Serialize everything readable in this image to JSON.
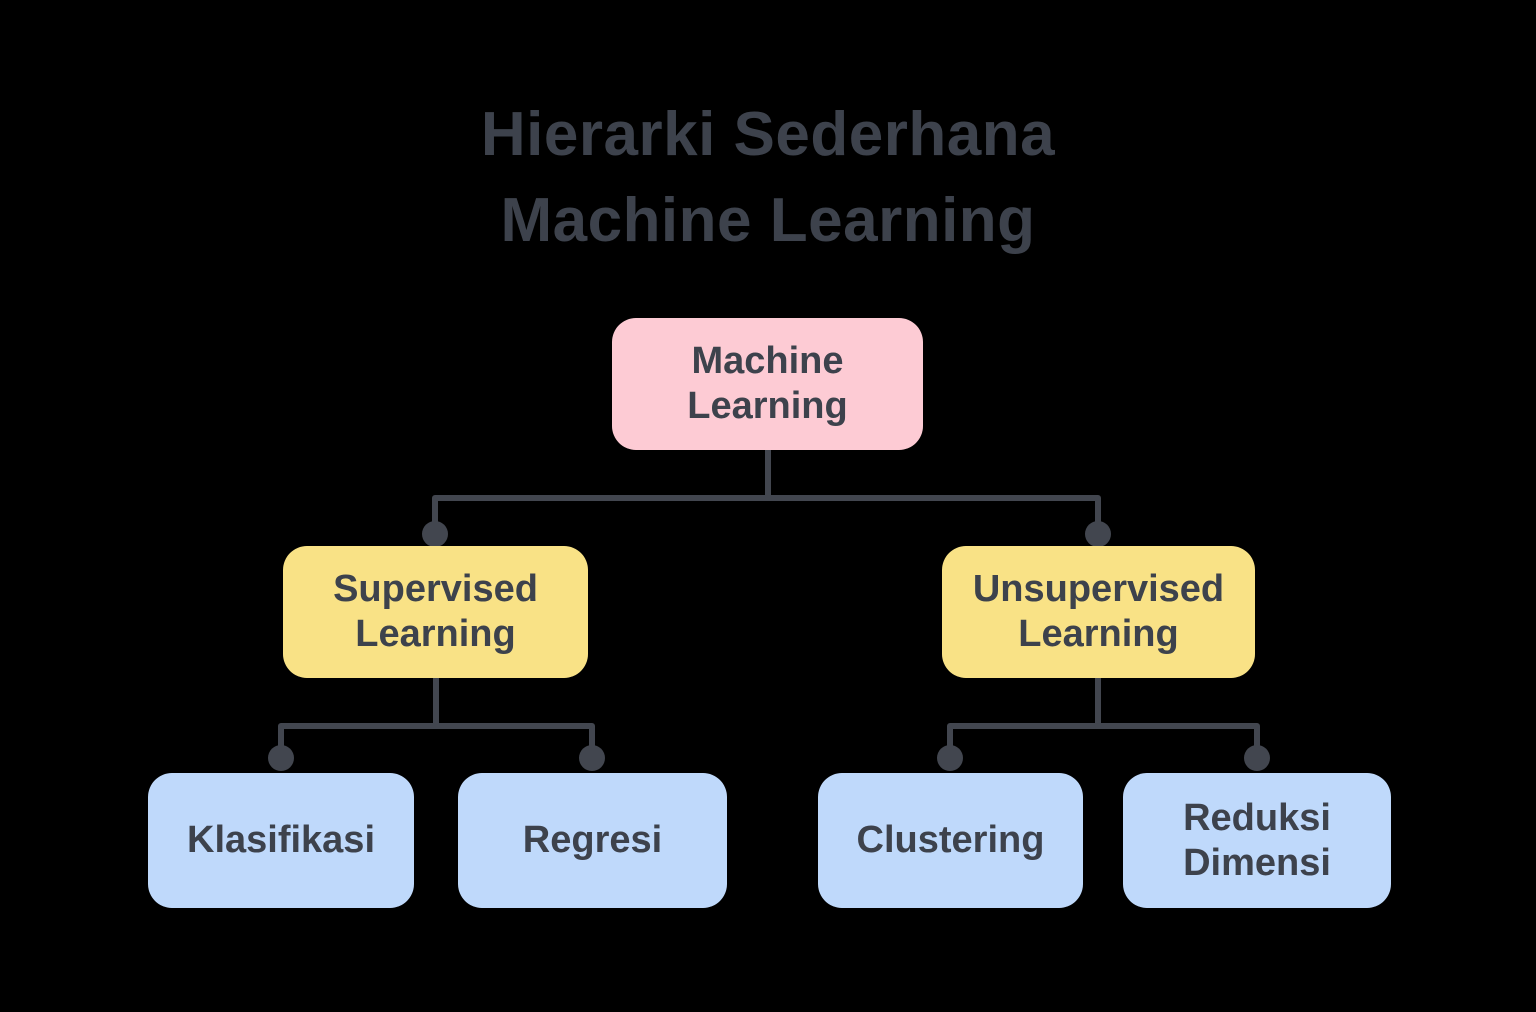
{
  "title": "Hierarki Sederhana\nMachine Learning",
  "colors": {
    "background": "#000000",
    "line": "#42464F",
    "text": "#3D424C",
    "node_pink": "#FDCBD4",
    "node_yellow": "#F9E286",
    "node_blue": "#BFD9FB"
  },
  "nodes": {
    "root": {
      "label": "Machine\nLearning",
      "color": "pink",
      "level": 1
    },
    "supervised": {
      "label": "Supervised\nLearning",
      "color": "yellow",
      "level": 2
    },
    "unsupervised": {
      "label": "Unsupervised\nLearning",
      "color": "yellow",
      "level": 2
    },
    "klasifikasi": {
      "label": "Klasifikasi",
      "color": "blue",
      "level": 3
    },
    "regresi": {
      "label": "Regresi",
      "color": "blue",
      "level": 3
    },
    "clustering": {
      "label": "Clustering",
      "color": "blue",
      "level": 3
    },
    "reduksi": {
      "label": "Reduksi\nDimensi",
      "color": "blue",
      "level": 3
    }
  },
  "edges": [
    [
      "root",
      "supervised"
    ],
    [
      "root",
      "unsupervised"
    ],
    [
      "supervised",
      "klasifikasi"
    ],
    [
      "supervised",
      "regresi"
    ],
    [
      "unsupervised",
      "clustering"
    ],
    [
      "unsupervised",
      "reduksi"
    ]
  ]
}
